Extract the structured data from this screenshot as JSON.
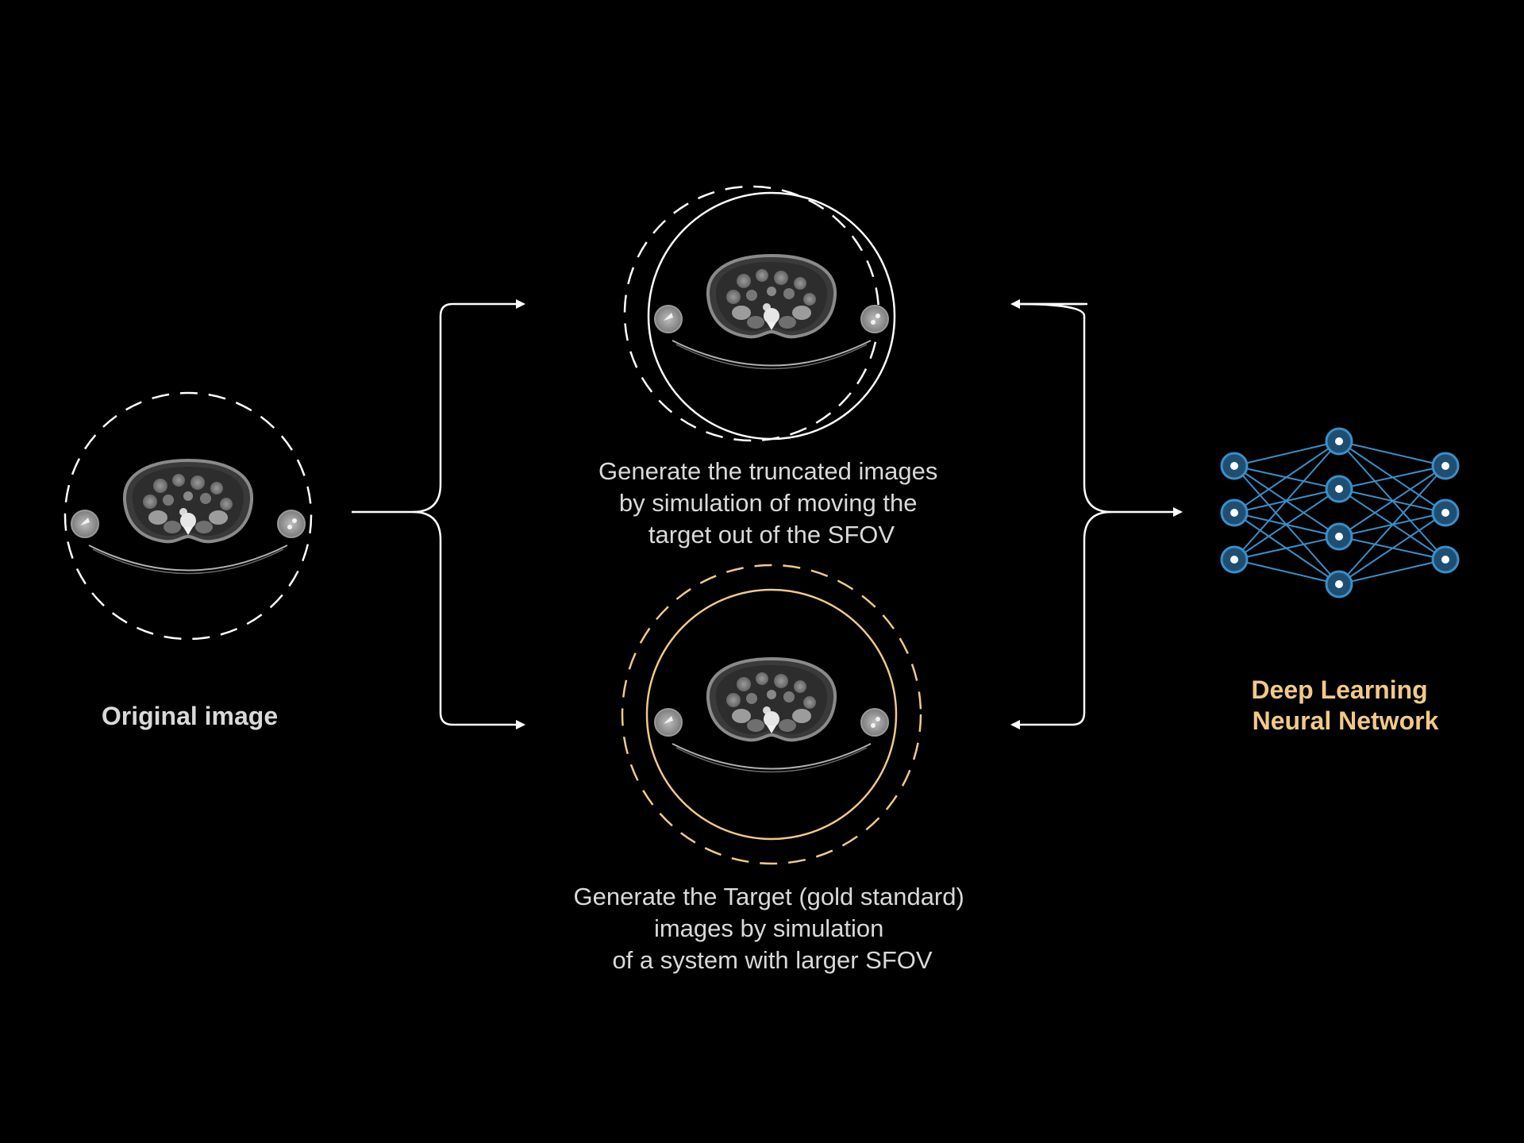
{
  "original": {
    "label": "Original image"
  },
  "truncated": {
    "caption_lines": [
      "Generate the truncated images",
      "by simulation of moving the",
      "target out of the SFOV"
    ]
  },
  "target": {
    "caption_lines": [
      "Generate the Target (gold standard)",
      "images by simulation",
      "of a system with larger SFOV"
    ]
  },
  "network": {
    "label_lines": [
      "Deep Learning",
      "Neural Network"
    ],
    "layers": [
      3,
      4,
      3
    ]
  },
  "colors": {
    "background": "#000000",
    "text": "#d9d9d9",
    "gold": "#f0c98a",
    "network_blue": "#3a8fc9",
    "network_node_fill": "#1e4f73",
    "white": "#ffffff"
  },
  "icons": {
    "ct_slice": "ct-scan-icon",
    "network": "neural-network-icon"
  }
}
